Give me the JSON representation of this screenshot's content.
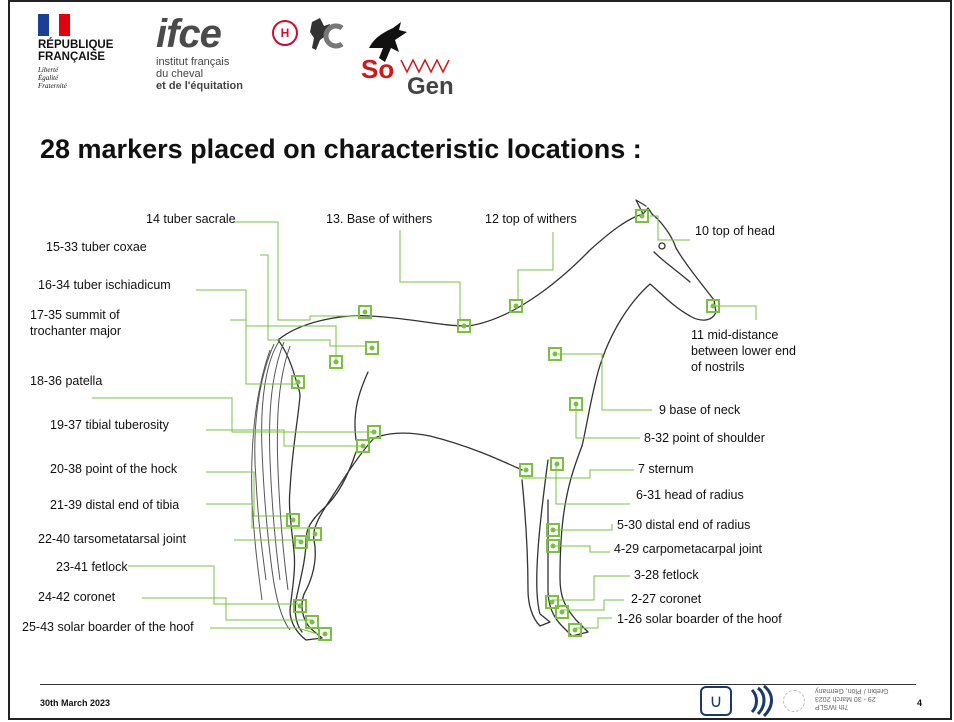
{
  "header": {
    "republique": {
      "line1": "RÉPUBLIQUE",
      "line2": "FRANÇAISE",
      "motto": [
        "Liberté",
        "Égalité",
        "Fraternité"
      ]
    },
    "ifce": {
      "word": "ifce",
      "seal": "H",
      "sub1": "institut français",
      "sub2": "du cheval",
      "sub3": "et de l'équitation"
    },
    "sox": {
      "word1": "So",
      "word2": "Gen"
    }
  },
  "slide": {
    "title": "28 markers placed on characteristic locations :"
  },
  "labels": {
    "l14": "14 tuber sacrale",
    "l13": "13. Base of withers",
    "l12": "12 top of withers",
    "l10": "10 top of head",
    "l15": "15-33 tuber coxae",
    "l16": "16-34 tuber ischiadicum",
    "l17a": "17-35 summit of",
    "l17b": "trochanter major",
    "l11a": "11 mid-distance",
    "l11b": "between lower end",
    "l11c": "of nostrils",
    "l18": "18-36 patella",
    "l9": "9 base of neck",
    "l19": "19-37 tibial tuberosity",
    "l8": "8-32 point of shoulder",
    "l20": "20-38 point of the hock",
    "l7": "7 sternum",
    "l6": "6-31 head of radius",
    "l21": "21-39 distal end of tibia",
    "l5": "5-30 distal end of radius",
    "l22": "22-40 tarsometatarsal joint",
    "l4": "4-29 carpometacarpal joint",
    "l23": "23-41 fetlock",
    "l3": "3-28 fetlock",
    "l24": "24-42 coronet",
    "l2": "2-27 coronet",
    "l25": "25-43 solar boarder of the hoof",
    "l1": "1-26 solar boarder of the hoof"
  },
  "footer": {
    "date": "30th March 2023",
    "page": "4",
    "conf1": "7th IWSLP",
    "conf2": "29 - 30 March 2023",
    "conf3": "Grebin / Plön, Germany"
  },
  "colors": {
    "marker": "#7ac142",
    "leader": "#7ac142",
    "outline": "#333333",
    "flag_blue": "#1b3f93",
    "flag_red": "#e1000f"
  }
}
